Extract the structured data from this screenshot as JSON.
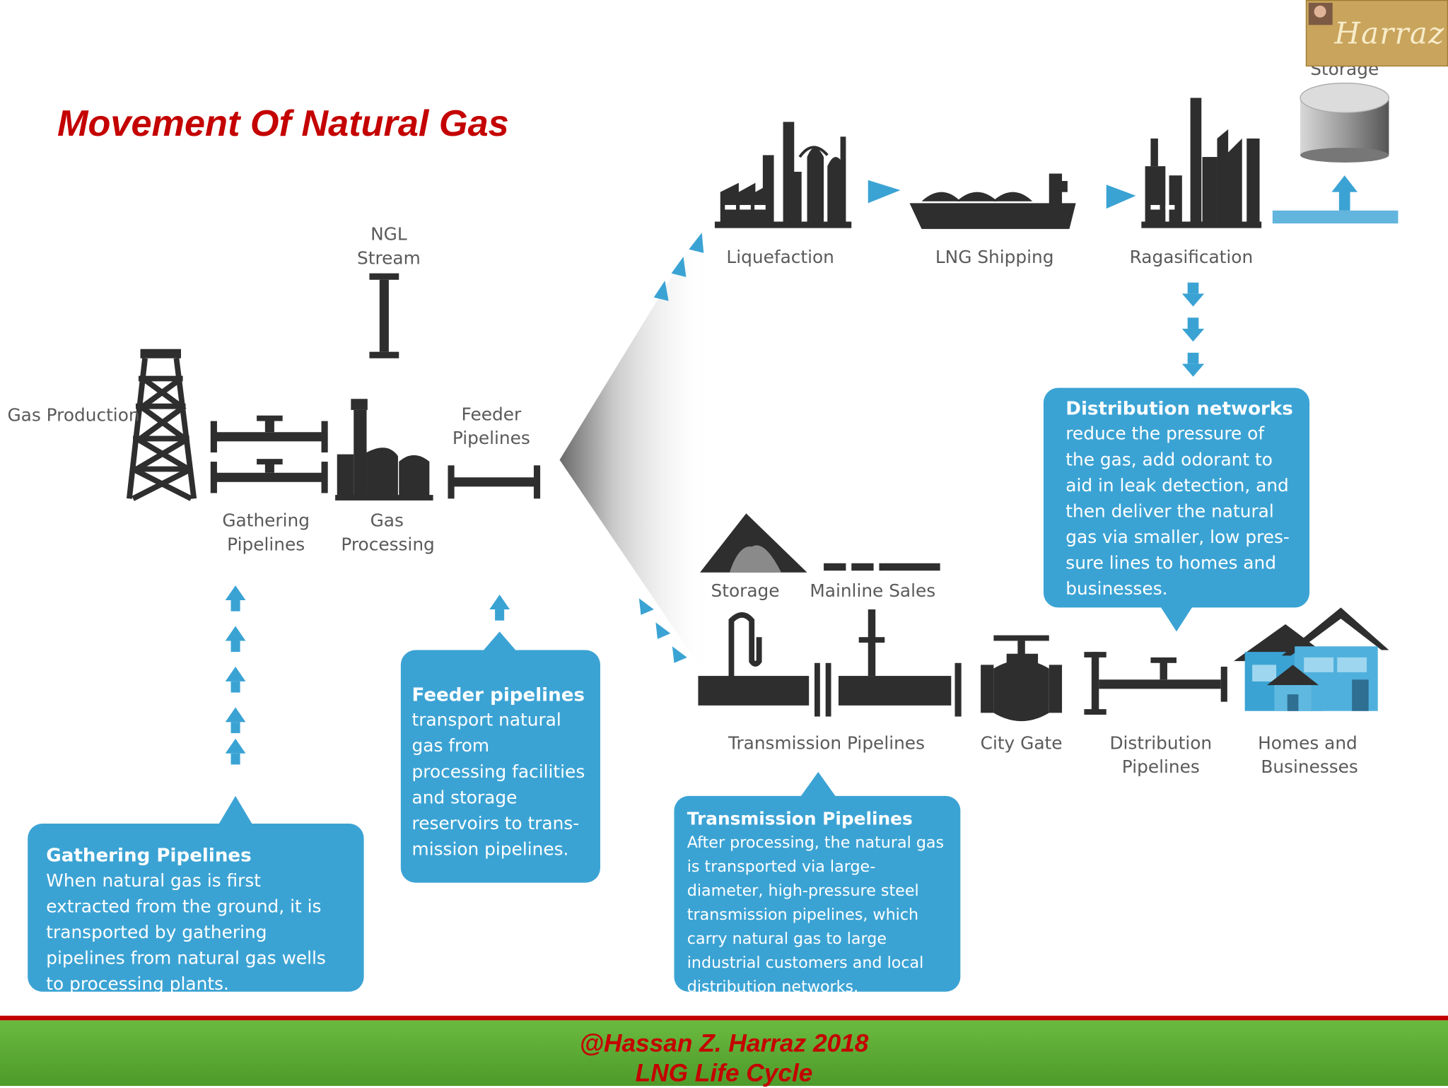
{
  "slide": {
    "title": "Movement Of Natural Gas",
    "logo_text": "Harraz"
  },
  "labels": {
    "gas_production": "Gas Production",
    "gathering_1": "Gathering",
    "gathering_2": "Pipelines",
    "ngl_1": "NGL",
    "ngl_2": "Stream",
    "gas_processing_1": "Gas",
    "gas_processing_2": "Processing",
    "feeder_1": "Feeder",
    "feeder_2": "Pipelines",
    "liquefaction": "Liquefaction",
    "lng_shipping": "LNG Shipping",
    "regasification": "Ragasification",
    "storage_top": "Storage",
    "storage": "Storage",
    "mainline_sales": "Mainline Sales",
    "transmission": "Transmission Pipelines",
    "city_gate": "City Gate",
    "distribution_1": "Distribution",
    "distribution_2": "Pipelines",
    "homes_1": "Homes and",
    "homes_2": "Businesses"
  },
  "callouts": {
    "gathering": {
      "title": "Gathering Pipelines",
      "body": "When natural gas is first extracted from the ground, it is transported by gathering pipelines from natural gas wells to processing plants."
    },
    "feeder": {
      "title": "Feeder pipelines",
      "body": "transport natural gas from processing facilities and storage reservoirs to trans-mission pipelines."
    },
    "transmission": {
      "title": "Transmission Pipelines",
      "body": "After processing, the natural gas is transported via large-diameter, high-pressure steel transmission pipelines, which carry natural gas to large industrial customers and local distribution  networks."
    },
    "distribution": {
      "title": "Distribution networks",
      "body": "reduce the pressure of the gas, add odorant to aid in leak detection, and then deliver the natural gas via smaller, low pres-sure lines to homes and businesses."
    }
  },
  "footer": {
    "line1": "@Hassan Z. Harraz 2018",
    "line2": "LNG Life Cycle"
  },
  "colors": {
    "title_red": "#c40000",
    "accent_blue": "#3ba3d4",
    "icon_dark": "#333333",
    "footer_green": "#5aa832"
  }
}
